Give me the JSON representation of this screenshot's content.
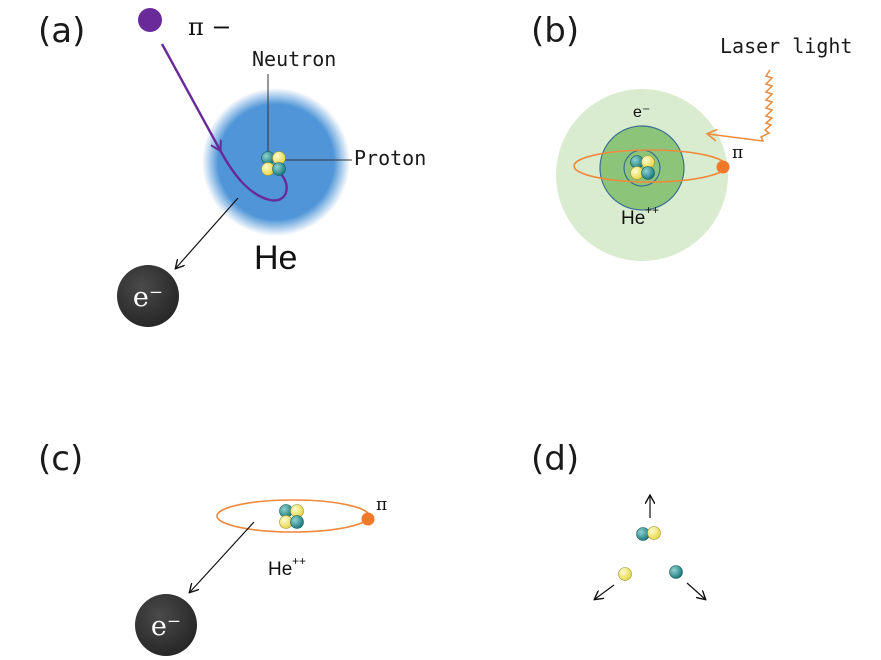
{
  "panels": {
    "a": {
      "label": "(a)",
      "pion_label": "π −",
      "neutron_label": "Neutron",
      "proton_label": "Proton",
      "atom_label": "He",
      "electron_label": "e⁻"
    },
    "b": {
      "label": "(b)",
      "laser_label": "Laser light",
      "electron_label": "e⁻",
      "pion_label": "π",
      "ion_label": "He",
      "ion_charge": "++"
    },
    "c": {
      "label": "(c)",
      "pion_label": "π",
      "ion_label": "He",
      "ion_charge": "++",
      "electron_label": "e⁻"
    },
    "d": {
      "label": "(d)"
    }
  },
  "colors": {
    "pion_negative": "#6a2a9a",
    "he_cloud": "#4d94d6",
    "electron_ball": "#333333",
    "orbit": "#f08a3c",
    "pion_orbiting": "#f07a2a",
    "green_outer": "#d9ecd0",
    "green_inner": "#8cc57a",
    "neutron": "#2e8f90",
    "proton": "#f3ec7a"
  }
}
